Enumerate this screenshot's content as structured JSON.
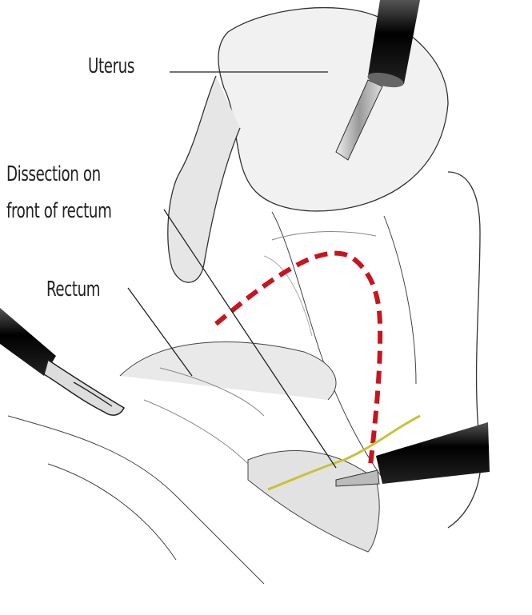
{
  "labels": {
    "uterus": "Uterus",
    "dissection_line1": "Dissection on",
    "dissection_line2": "front of rectum",
    "rectum": "Rectum"
  },
  "colors": {
    "dissection_path": "#c8141e",
    "boundary_line": "#c9c23a",
    "instrument": "#111111",
    "tissue_outline": "#333333",
    "tissue_shade": "#d9d9d9"
  }
}
